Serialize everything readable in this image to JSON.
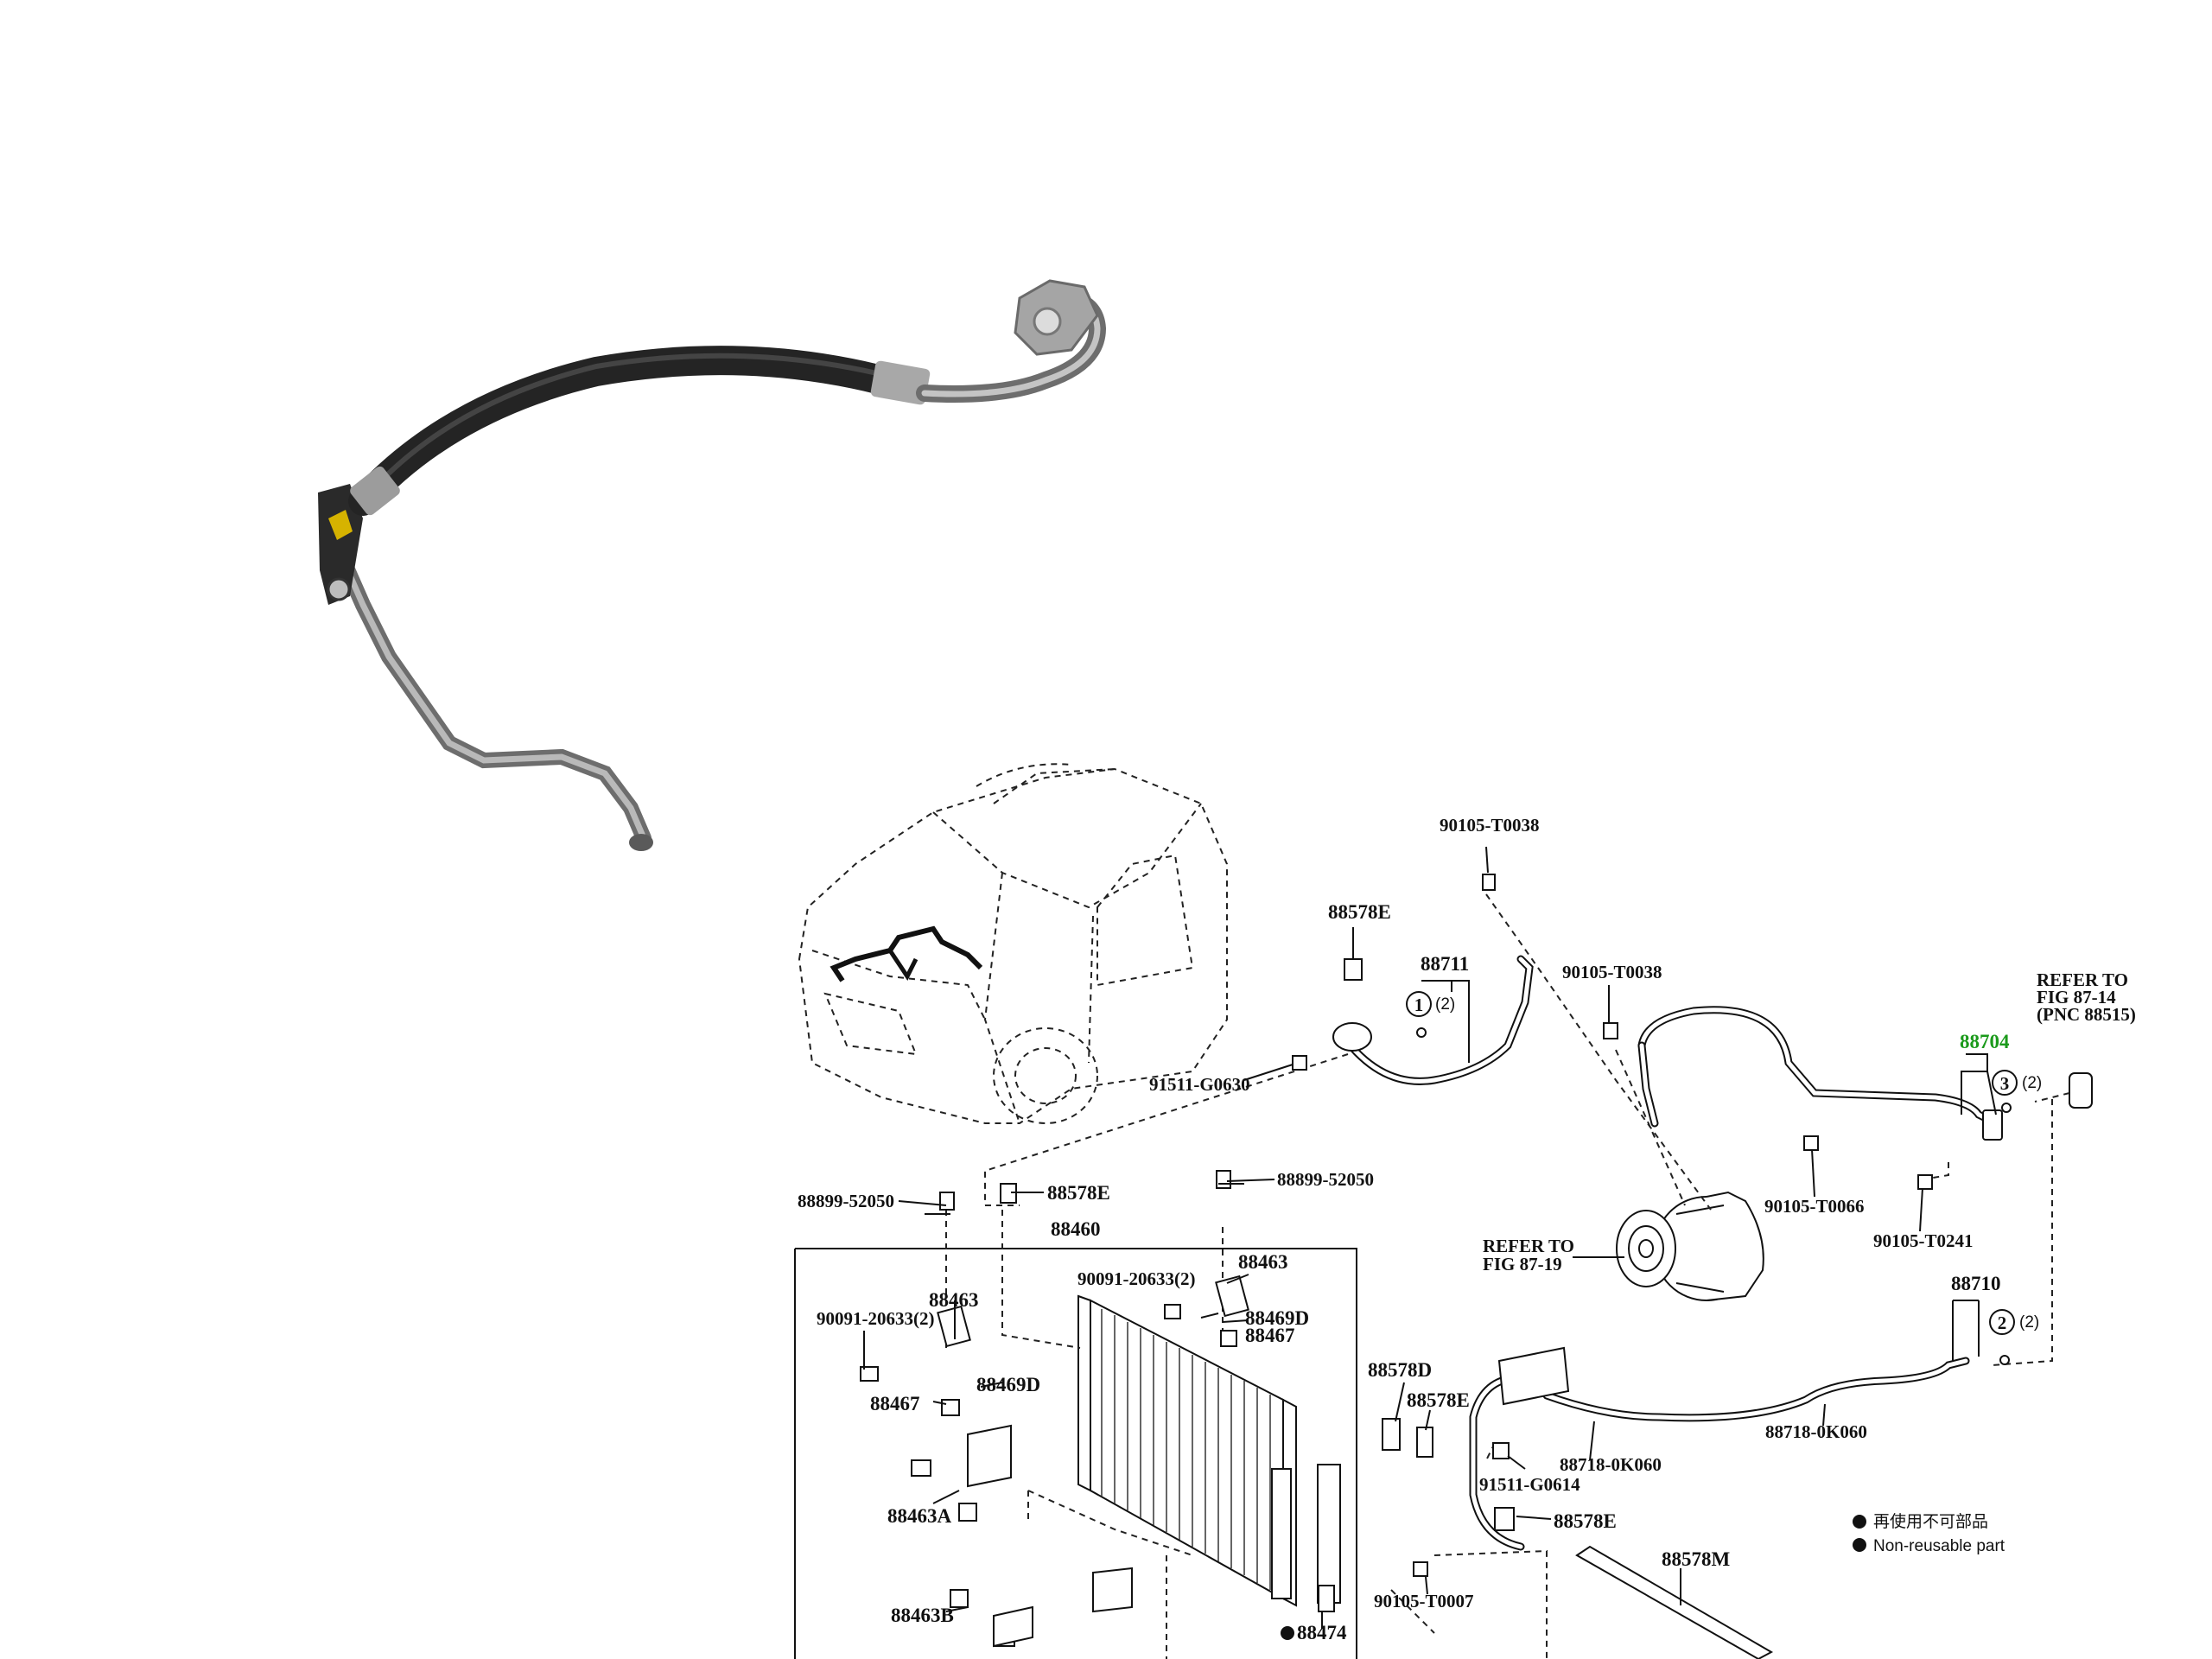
{
  "parts": {
    "p_90105_T0038_a": "90105-T0038",
    "p_88578E_a": "88578E",
    "p_88711": "88711",
    "p_90105_T0038_b": "90105-T0038",
    "p_refer_87_14_l1": "REFER TO",
    "p_refer_87_14_l2": "FIG 87-14",
    "p_refer_87_14_l3": "(PNC 88515)",
    "p_88704": "88704",
    "p_91511_G0630": "91511-G0630",
    "p_88899_52050_a": "88899-52050",
    "p_88578E_b": "88578E",
    "p_88899_52050_b": "88899-52050",
    "p_90105_T0066": "90105-T0066",
    "p_90105_T0241": "90105-T0241",
    "p_88460": "88460",
    "p_refer_87_19_l1": "REFER TO",
    "p_refer_87_19_l2": "FIG 87-19",
    "p_88463_a": "88463",
    "p_90091_20633_a": "90091-20633(2)",
    "p_88710": "88710",
    "p_90091_20633_b": "90091-20633(2)",
    "p_88463_b": "88463",
    "p_88469D_a": "88469D",
    "p_88467_a": "88467",
    "p_88578D": "88578D",
    "p_88578E_c": "88578E",
    "p_88469D_b": "88469D",
    "p_88467_b": "88467",
    "p_88718_0K060_a": "88718-0K060",
    "p_88718_0K060_b": "88718-0K060",
    "p_91511_G0614": "91511-G0614",
    "p_88463A": "88463A",
    "p_88578E_d": "88578E",
    "p_88578M": "88578M",
    "p_90105_T0007": "90105-T0007",
    "p_88463B": "88463B",
    "p_88474": "88474"
  },
  "callouts": {
    "c1": "1",
    "c1_qty": "(2)",
    "c2": "2",
    "c2_qty": "(2)",
    "c3": "3",
    "c3_qty": "(2)"
  },
  "legend": {
    "line_cn": "再使用不可部品",
    "line_en": "Non-reusable part"
  },
  "colors": {
    "highlight": "#1b9a1b",
    "ink": "#111111",
    "hose_rubber": "#2b2b2b",
    "hose_metal": "#8c8c8c"
  }
}
